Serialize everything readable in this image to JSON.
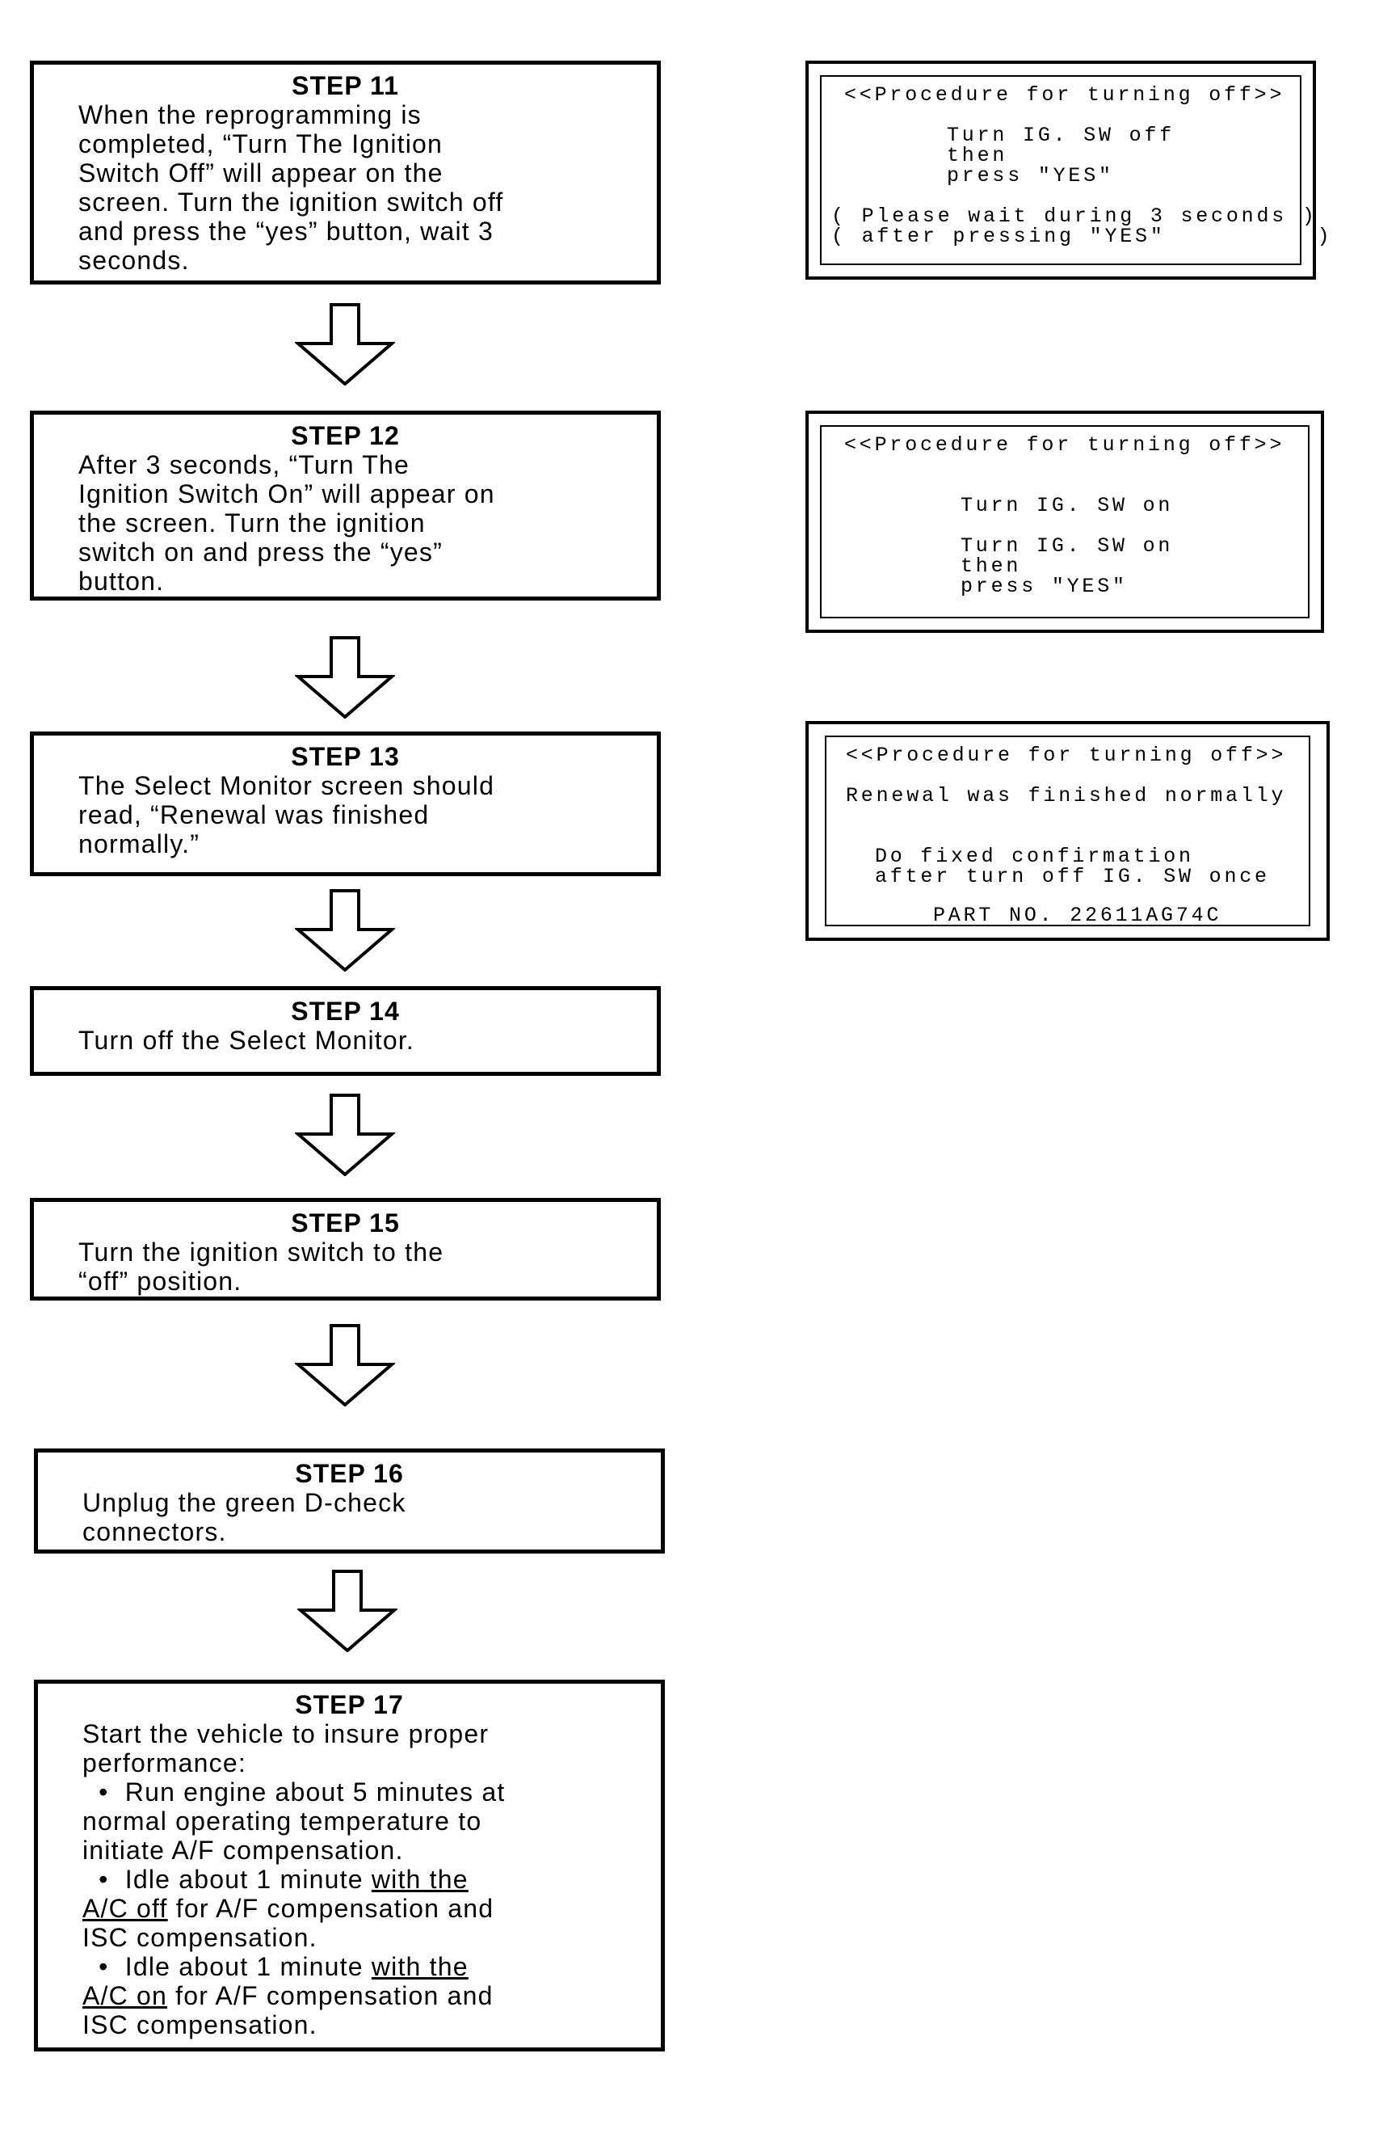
{
  "steps": [
    {
      "title": "STEP 11",
      "lines": [
        [
          {
            "t": "When the reprogramming is"
          }
        ],
        [
          {
            "t": "completed, “Turn The Ignition"
          }
        ],
        [
          {
            "t": "Switch Off” will appear on the"
          }
        ],
        [
          {
            "t": "screen. Turn the ignition switch off"
          }
        ],
        [
          {
            "t": "and press the “yes” button, wait 3"
          }
        ],
        [
          {
            "t": "seconds."
          }
        ]
      ]
    },
    {
      "title": "STEP 12",
      "lines": [
        [
          {
            "t": "After 3 seconds, “Turn The"
          }
        ],
        [
          {
            "t": "Ignition Switch On” will appear on"
          }
        ],
        [
          {
            "t": "the screen. Turn the ignition"
          }
        ],
        [
          {
            "t": "switch on and press the “yes”"
          }
        ],
        [
          {
            "t": "button."
          }
        ]
      ]
    },
    {
      "title": "STEP 13",
      "lines": [
        [
          {
            "t": "The Select Monitor screen should"
          }
        ],
        [
          {
            "t": "read, “Renewal was finished"
          }
        ],
        [
          {
            "t": "normally.”"
          }
        ]
      ]
    },
    {
      "title": "STEP 14",
      "lines": [
        [
          {
            "t": "Turn off the Select Monitor."
          }
        ]
      ]
    },
    {
      "title": "STEP 15",
      "lines": [
        [
          {
            "t": "Turn the ignition switch to the"
          }
        ],
        [
          {
            "t": "“off” position."
          }
        ]
      ]
    },
    {
      "title": "STEP 16",
      "lines": [
        [
          {
            "t": "Unplug the green D-check"
          }
        ],
        [
          {
            "t": "connectors."
          }
        ]
      ]
    },
    {
      "title": "STEP 17",
      "lines": [
        [
          {
            "t": "Start the vehicle to insure proper"
          }
        ],
        [
          {
            "t": "performance:"
          }
        ],
        [
          {
            "t": "  •  Run engine about 5 minutes at"
          }
        ],
        [
          {
            "t": "normal operating temperature to"
          }
        ],
        [
          {
            "t": "initiate A/F compensation."
          }
        ],
        [
          {
            "t": "  •  Idle about 1 minute "
          },
          {
            "t": "with the",
            "u": true
          }
        ],
        [
          {
            "t": "A/C off",
            "u": true
          },
          {
            "t": " for A/F compensation and"
          }
        ],
        [
          {
            "t": "ISC compensation."
          }
        ],
        [
          {
            "t": "  •  Idle about 1 minute "
          },
          {
            "t": "with the",
            "u": true
          }
        ],
        [
          {
            "t": "A/C on",
            "u": true
          },
          {
            "t": " for A/F compensation and"
          }
        ],
        [
          {
            "t": "ISC compensation."
          }
        ]
      ]
    }
  ],
  "screens": [
    {
      "lines": [
        "<<Procedure for turning off>>",
        "Turn IG. SW off",
        "then",
        "press \"YES\"",
        "( Please wait during 3 seconds )",
        "( after pressing \"YES\"          )"
      ]
    },
    {
      "lines": [
        "<<Procedure for turning off>>",
        "Turn IG. SW on",
        "Turn IG. SW on",
        "then",
        "press \"YES\""
      ]
    },
    {
      "lines": [
        "<<Procedure for turning off>>",
        "Renewal was finished normally",
        "Do fixed confirmation",
        "after turn off IG. SW once",
        "PART NO. 22611AG74C"
      ]
    }
  ]
}
